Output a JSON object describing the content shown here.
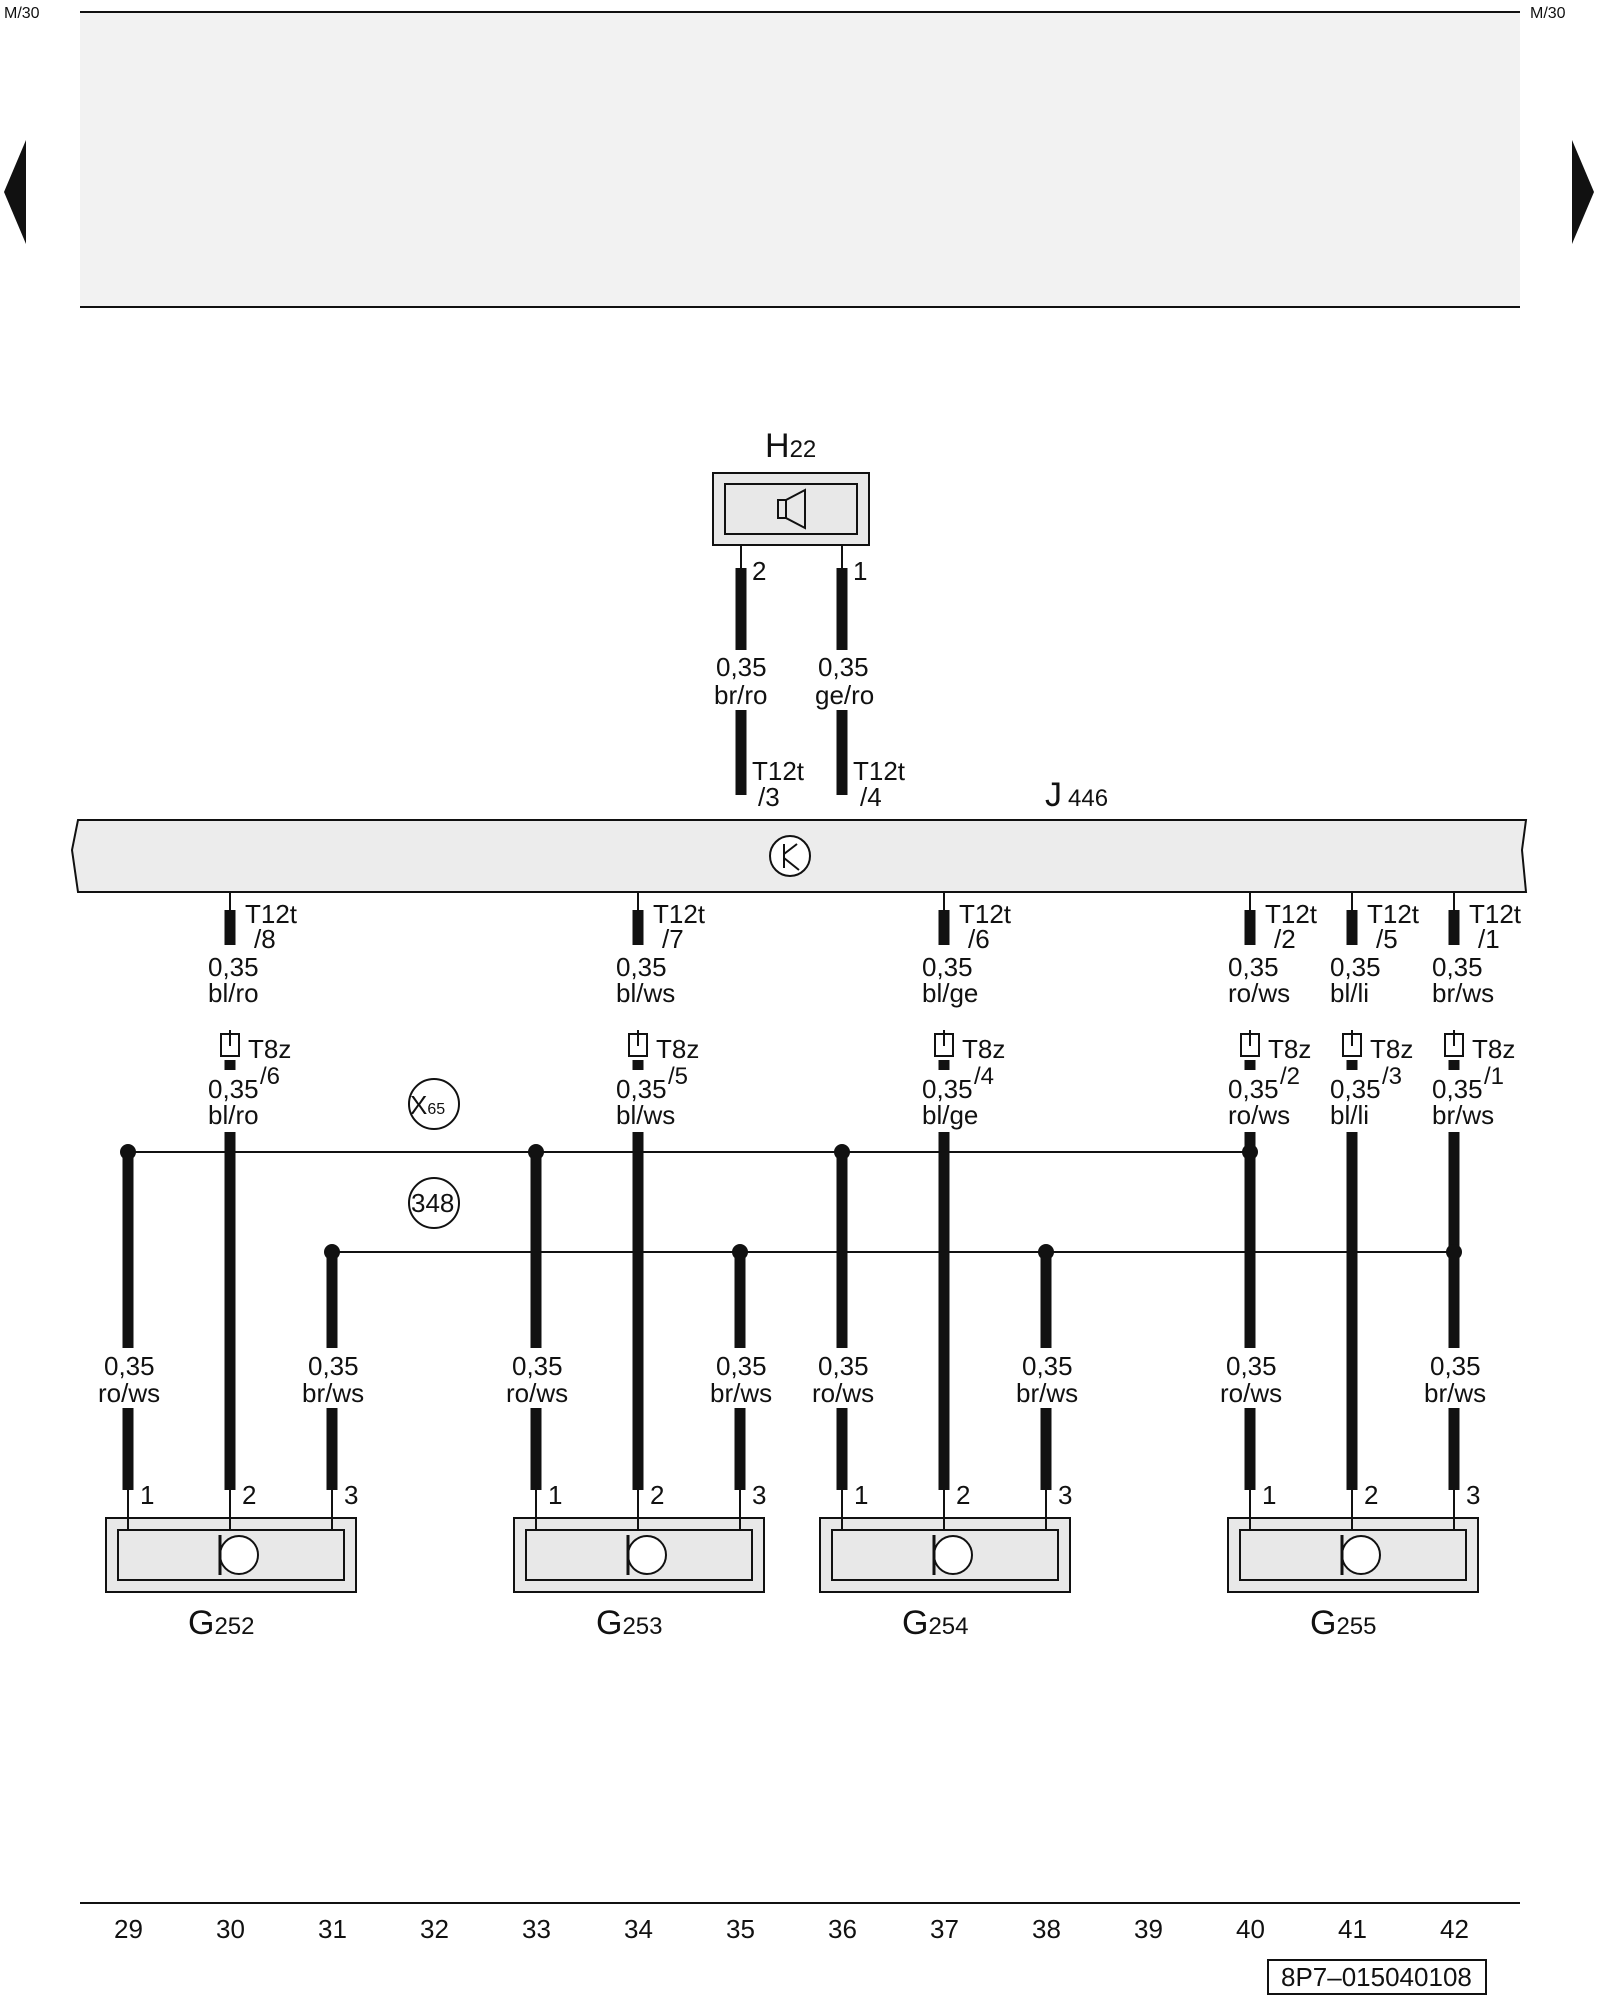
{
  "page_refs": {
    "left": "M/30",
    "right": "M/30"
  },
  "doc_number": "8P7–015040108",
  "colors": {
    "component_fill": "#e8e8e8",
    "header_fill": "#f2f2f2",
    "line": "#111111"
  },
  "nav": {
    "left_arrow_icon": "triangle-left-icon",
    "right_arrow_icon": "triangle-right-icon"
  },
  "horn": {
    "label_main": "H",
    "label_sub": "22",
    "icon": "horn-icon",
    "pins": [
      "2",
      "1"
    ],
    "wires": [
      {
        "gauge": "0,35",
        "color": "br/ro",
        "connector": "T12t",
        "pin": "/3"
      },
      {
        "gauge": "0,35",
        "color": "ge/ro",
        "connector": "T12t",
        "pin": "/4"
      }
    ]
  },
  "control_unit": {
    "label_main": "J",
    "label_sub": "446",
    "icon": "transistor-icon"
  },
  "sensor_wires": [
    {
      "gauge": "0,35",
      "color": "bl/ro",
      "connector": "T12t",
      "pin": "/8",
      "plug": "T8z",
      "plug_pin": "/6",
      "gauge2": "0,35",
      "color2": "bl/ro"
    },
    {
      "gauge": "0,35",
      "color": "bl/ws",
      "connector": "T12t",
      "pin": "/7",
      "plug": "T8z",
      "plug_pin": "/5",
      "gauge2": "0,35",
      "color2": "bl/ws"
    },
    {
      "gauge": "0,35",
      "color": "bl/ge",
      "connector": "T12t",
      "pin": "/6",
      "plug": "T8z",
      "plug_pin": "/4",
      "gauge2": "0,35",
      "color2": "bl/ge"
    },
    {
      "gauge": "0,35",
      "color": "ro/ws",
      "connector": "T12t",
      "pin": "/2",
      "plug": "T8z",
      "plug_pin": "/2",
      "gauge2": "0,35",
      "color2": "ro/ws"
    },
    {
      "gauge": "0,35",
      "color": "bl/li",
      "connector": "T12t",
      "pin": "/5",
      "plug": "T8z",
      "plug_pin": "/3",
      "gauge2": "0,35",
      "color2": "bl/li"
    },
    {
      "gauge": "0,35",
      "color": "br/ws",
      "connector": "T12t",
      "pin": "/1",
      "plug": "T8z",
      "plug_pin": "/1",
      "gauge2": "0,35",
      "color2": "br/ws"
    }
  ],
  "connections": {
    "x65_main": "X",
    "x65_sub": "65",
    "c348": "348"
  },
  "lower_wires": [
    {
      "gauge": "0,35",
      "color": "ro/ws"
    },
    {
      "gauge": "0,35",
      "color": "br/ws"
    },
    {
      "gauge": "0,35",
      "color": "ro/ws"
    },
    {
      "gauge": "0,35",
      "color": "br/ws"
    },
    {
      "gauge": "0,35",
      "color": "ro/ws"
    },
    {
      "gauge": "0,35",
      "color": "br/ws"
    },
    {
      "gauge": "0,35",
      "color": "ro/ws"
    },
    {
      "gauge": "0,35",
      "color": "br/ws"
    }
  ],
  "sensors": [
    {
      "label_main": "G",
      "label_sub": "252",
      "pins": [
        "1",
        "2",
        "3"
      ],
      "icon": "sensor-icon"
    },
    {
      "label_main": "G",
      "label_sub": "253",
      "pins": [
        "1",
        "2",
        "3"
      ],
      "icon": "sensor-icon"
    },
    {
      "label_main": "G",
      "label_sub": "254",
      "pins": [
        "1",
        "2",
        "3"
      ],
      "icon": "sensor-icon"
    },
    {
      "label_main": "G",
      "label_sub": "255",
      "pins": [
        "1",
        "2",
        "3"
      ],
      "icon": "sensor-icon"
    }
  ],
  "track_numbers": [
    "29",
    "30",
    "31",
    "32",
    "33",
    "34",
    "35",
    "36",
    "37",
    "38",
    "39",
    "40",
    "41",
    "42"
  ]
}
